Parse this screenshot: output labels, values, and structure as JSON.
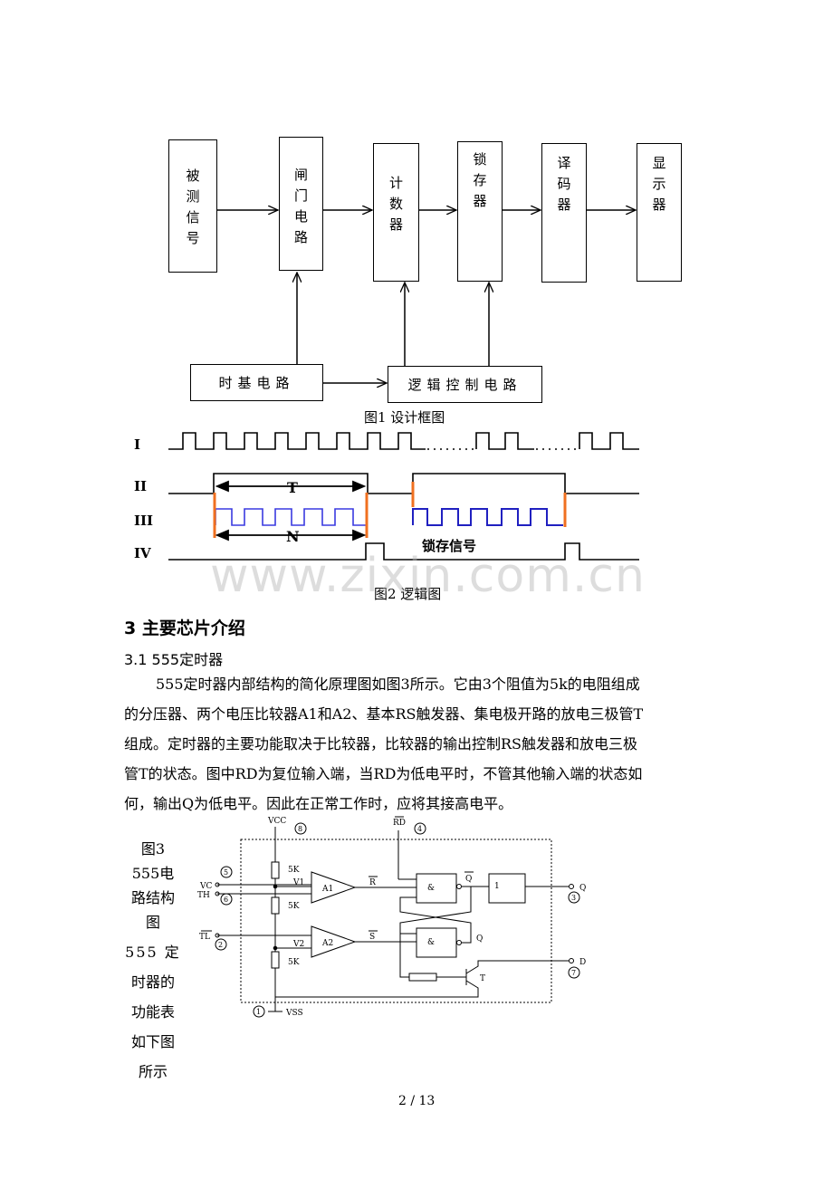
{
  "figure1": {
    "blocks": {
      "signal": "被测信号",
      "gate": "闸门电路",
      "counter": "计数器",
      "latch": "锁存器",
      "decoder": "译码器",
      "display": "显示器",
      "timebase": "时基电路",
      "logic": "逻辑控制电路"
    },
    "caption": "图1 设计框图"
  },
  "figure2": {
    "row_labels": [
      "I",
      "II",
      "III",
      "IV"
    ],
    "T_label": "T",
    "N_label": "N",
    "latch_signal": "锁存信号",
    "caption": "图2 逻辑图"
  },
  "watermark": "www.zixin.com.cn",
  "section": {
    "heading": "3 主要芯片介绍",
    "subheading": "3.1 555定时器",
    "paragraph_lines": [
      "555定时器内部结构的简化原理图如图3所示。它由3个阻值为5k的电阻组成",
      "的分压器、两个电压比较器A1和A2、基本RS触发器、集电极开路的放电三极管T",
      "组成。定时器的主要功能取决于比较器，比较器的输出控制RS触发器和放电三极",
      "管T的状态。图中RD为复位输入端，当RD为低电平时，不管其他输入端的状态如",
      "何，输出Q为低电平。因此在正常工作时，应将其接高电平。"
    ]
  },
  "figure3": {
    "side_lines": [
      "图3",
      "555电",
      "路结构",
      "图",
      "555 定",
      "时器的",
      "功能表",
      "如下图",
      "所示"
    ],
    "labels": {
      "vcc": "VCC",
      "rd": "RD",
      "vc": "VC",
      "th": "TH",
      "tl": "TL",
      "vss": "VSS",
      "pin8": "8",
      "pin4": "4",
      "pin5": "5",
      "pin6": "6",
      "pin2": "2",
      "pin1": "1",
      "pin3": "3",
      "pin7": "7",
      "r1": "5K",
      "r2": "5K",
      "r3": "5K",
      "v1": "V1",
      "v2": "V2",
      "a1": "A1",
      "a2": "A2",
      "r_bar": "R",
      "s_bar": "S",
      "q_bar": "Q",
      "q": "Q",
      "and1": "&",
      "and2": "&",
      "inv": "1",
      "q_out": "Q",
      "d_out": "D",
      "t": "T"
    }
  },
  "footer": {
    "page": "2 / 13"
  }
}
